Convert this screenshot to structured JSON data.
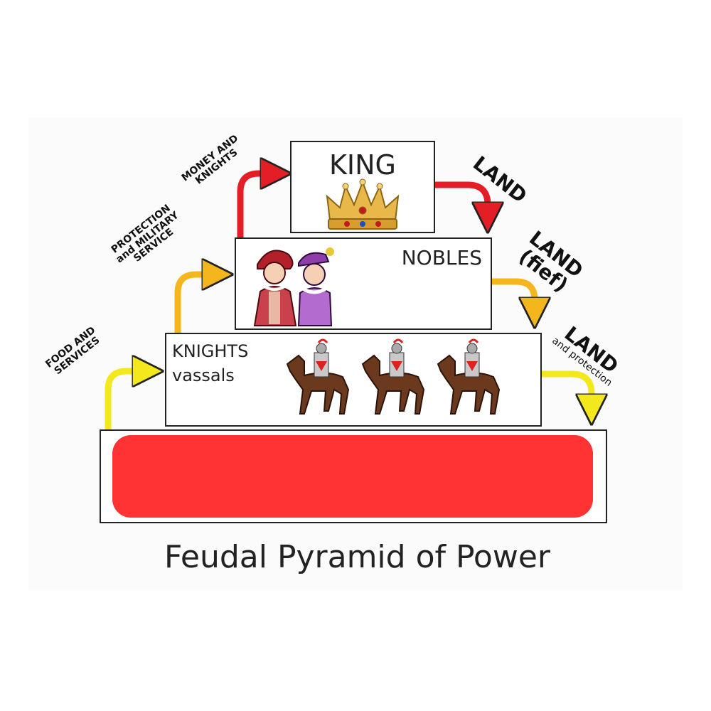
{
  "diagram": {
    "title": "Feudal Pyramid of Power",
    "tiers": {
      "king": {
        "label": "KING"
      },
      "nobles": {
        "label": "NOBLES"
      },
      "knights": {
        "label_line1": "KNIGHTS",
        "label_line2": "vassals"
      },
      "peasants": {
        "label": ""
      }
    },
    "flows_up": {
      "food": {
        "line1": "FOOD AND",
        "line2": "SERVICES"
      },
      "protection": {
        "line1": "PROTECTION",
        "line2": "and MILITARY",
        "line3": "SERVICE"
      },
      "money": {
        "line1": "MONEY AND",
        "line2": "KNIGHTS"
      }
    },
    "flows_down": {
      "land_king": {
        "line1": "LAND"
      },
      "land_fief": {
        "line1": "LAND",
        "line2": "(fief)"
      },
      "land_protection": {
        "line1": "LAND",
        "line2": "and protection"
      }
    },
    "colors": {
      "red_arrow": "#e41e26",
      "orange_arrow": "#f5b61d",
      "yellow_arrow": "#f2e81c",
      "redaction": "#ff3333"
    },
    "icons": [
      "crown-icon",
      "royal-couple-icon",
      "knight-on-horse-icon"
    ]
  }
}
